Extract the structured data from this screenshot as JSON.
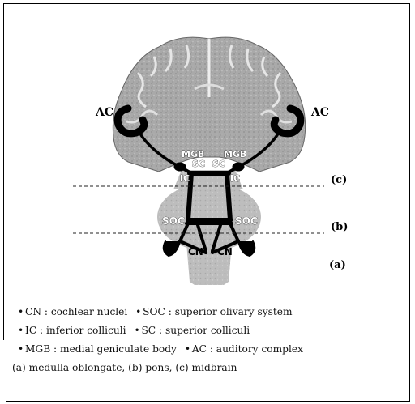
{
  "diagram": {
    "labels": {
      "ac_left": "AC",
      "ac_right": "AC",
      "mgb_left": "MGB",
      "mgb_right": "MGB",
      "sc_left": "SC",
      "sc_right": "SC",
      "ic_left": "IC",
      "ic_right": "IC",
      "soc_left": "SOC",
      "soc_right": "SOC",
      "cn_left": "CN",
      "cn_right": "CN",
      "level_c": "(c)",
      "level_b": "(b)",
      "level_a": "(a)"
    }
  },
  "legend": {
    "row1": [
      "CN : cochlear nuclei",
      "SOC : superior olivary system"
    ],
    "row2": [
      "IC : inferior colliculi",
      "SC : superior colliculi"
    ],
    "row3": [
      "MGB : medial geniculate body",
      "AC : auditory complex"
    ],
    "row4": "(a) medulla oblongate, (b) pons, (c) midbrain",
    "bullet": "•"
  }
}
